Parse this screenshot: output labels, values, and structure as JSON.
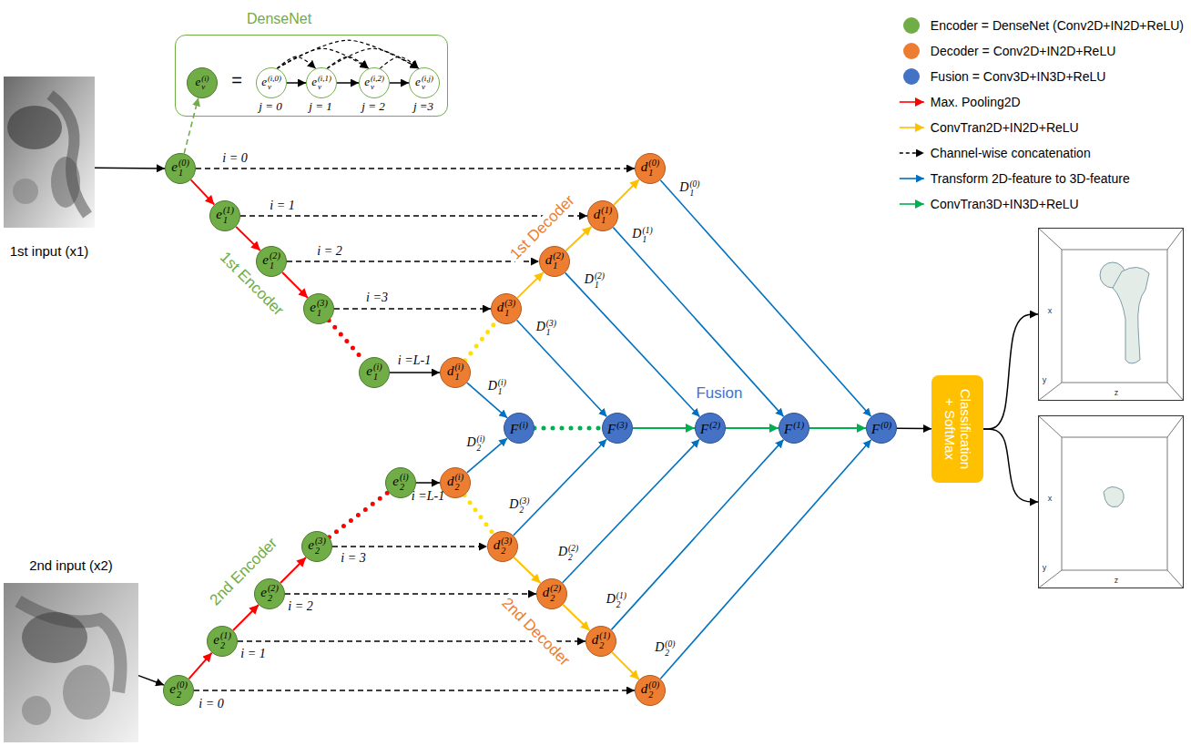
{
  "diagram": {
    "nodes": [
      {
        "text": [
          "DenseNet"
        ]
      },
      {
        "text": [
          "ev(i)"
        ],
        "in": 0
      },
      {
        "text": [
          "ev(i,0)"
        ],
        "in": 0
      },
      {
        "text": [
          "ev(i,1)"
        ],
        "in": 0
      },
      {
        "text": [
          "ev(i,2)"
        ],
        "in": 0
      },
      {
        "text": [
          "ev(i,j)"
        ],
        "in": 0
      },
      {
        "text": [
          "1st input (x1)"
        ]
      },
      {
        "text": [
          "e1(0)"
        ]
      },
      {
        "text": [
          "e1(1)"
        ]
      },
      {
        "text": [
          "e1(2)"
        ]
      },
      {
        "text": [
          "e1(3)"
        ]
      },
      {
        "text": [
          "e1(i)"
        ]
      },
      {
        "text": [
          "d1(i)"
        ]
      },
      {
        "text": [
          "d1(3)"
        ]
      },
      {
        "text": [
          "d1(2)"
        ]
      },
      {
        "text": [
          "d1(1)"
        ]
      },
      {
        "text": [
          "d1(0)"
        ]
      },
      {
        "text": [
          "F(i)"
        ]
      },
      {
        "text": [
          "F(3)"
        ]
      },
      {
        "text": [
          "F(2)"
        ]
      },
      {
        "text": [
          "F(1)"
        ]
      },
      {
        "text": [
          "F(0)"
        ]
      },
      {
        "text": [
          "e2(i)"
        ]
      },
      {
        "text": [
          "d2(i)"
        ]
      },
      {
        "text": [
          "e2(3)"
        ]
      },
      {
        "text": [
          "d2(3)"
        ]
      },
      {
        "text": [
          "e2(2)"
        ]
      },
      {
        "text": [
          "d2(2)"
        ]
      },
      {
        "text": [
          "e2(1)"
        ]
      },
      {
        "text": [
          "d2(1)"
        ]
      },
      {
        "text": [
          "2nd input (x2)"
        ]
      },
      {
        "text": [
          "e2(0)"
        ]
      },
      {
        "text": [
          "d2(0)"
        ]
      },
      {
        "text": [
          "Classification + SoftMax"
        ]
      },
      {
        "text": [
          "x",
          "z",
          "y"
        ]
      },
      {
        "text": [
          "x",
          "z",
          "y"
        ]
      }
    ],
    "edges": [
      {
        "from": 6,
        "to": 7,
        "arrow": "to"
      },
      {
        "from": 7,
        "to": 1,
        "arrow": "to"
      },
      {
        "from": 2,
        "to": 3,
        "arrow": "to"
      },
      {
        "from": 3,
        "to": 4,
        "arrow": "to"
      },
      {
        "from": 4,
        "to": 5,
        "arrow": "to"
      },
      {
        "from": 2,
        "to": 3,
        "arrow": "to"
      },
      {
        "from": 2,
        "to": 4,
        "arrow": "to"
      },
      {
        "from": 2,
        "to": 5,
        "arrow": "to"
      },
      {
        "from": 3,
        "to": 4,
        "arrow": "to"
      },
      {
        "from": 3,
        "to": 5,
        "arrow": "to"
      },
      {
        "from": 4,
        "to": 5,
        "arrow": "to"
      },
      {
        "from": 7,
        "to": 8,
        "arrow": "to"
      },
      {
        "from": 8,
        "to": 9,
        "arrow": "to"
      },
      {
        "from": 9,
        "to": 10,
        "arrow": "to"
      },
      {
        "from": 10,
        "to": 11,
        "arrow": "none"
      },
      {
        "from": 7,
        "to": 16,
        "arrow": "to"
      },
      {
        "from": 8,
        "to": 15,
        "arrow": "to"
      },
      {
        "from": 9,
        "to": 14,
        "arrow": "to"
      },
      {
        "from": 10,
        "to": 13,
        "arrow": "to"
      },
      {
        "from": 11,
        "to": 12,
        "arrow": "to"
      },
      {
        "from": 12,
        "to": 13,
        "arrow": "none"
      },
      {
        "from": 13,
        "to": 14,
        "arrow": "to"
      },
      {
        "from": 14,
        "to": 15,
        "arrow": "to"
      },
      {
        "from": 15,
        "to": 16,
        "arrow": "to"
      },
      {
        "from": 16,
        "to": 21,
        "arrow": "to",
        "label": "D1(0)"
      },
      {
        "from": 15,
        "to": 20,
        "arrow": "to",
        "label": "D1(1)"
      },
      {
        "from": 14,
        "to": 19,
        "arrow": "to",
        "label": "D1(2)"
      },
      {
        "from": 13,
        "to": 18,
        "arrow": "to",
        "label": "D1(3)"
      },
      {
        "from": 12,
        "to": 17,
        "arrow": "to",
        "label": "D1(i)"
      },
      {
        "from": 17,
        "to": 18,
        "arrow": "none"
      },
      {
        "from": 18,
        "to": 19,
        "arrow": "to"
      },
      {
        "from": 19,
        "to": 20,
        "arrow": "to"
      },
      {
        "from": 20,
        "to": 21,
        "arrow": "to"
      },
      {
        "from": 21,
        "to": 33,
        "arrow": "to"
      },
      {
        "from": 33,
        "to": 34,
        "arrow": "to"
      },
      {
        "from": 33,
        "to": 35,
        "arrow": "to"
      },
      {
        "from": 30,
        "to": 31,
        "arrow": "to"
      },
      {
        "from": 31,
        "to": 28,
        "arrow": "to"
      },
      {
        "from": 28,
        "to": 26,
        "arrow": "to"
      },
      {
        "from": 26,
        "to": 24,
        "arrow": "to"
      },
      {
        "from": 24,
        "to": 22,
        "arrow": "none"
      },
      {
        "from": 31,
        "to": 32,
        "arrow": "to"
      },
      {
        "from": 28,
        "to": 29,
        "arrow": "to"
      },
      {
        "from": 26,
        "to": 27,
        "arrow": "to"
      },
      {
        "from": 24,
        "to": 25,
        "arrow": "to"
      },
      {
        "from": 22,
        "to": 23,
        "arrow": "to"
      },
      {
        "from": 23,
        "to": 25,
        "arrow": "none"
      },
      {
        "from": 25,
        "to": 27,
        "arrow": "to"
      },
      {
        "from": 27,
        "to": 29,
        "arrow": "to"
      },
      {
        "from": 29,
        "to": 32,
        "arrow": "to"
      },
      {
        "from": 32,
        "to": 21,
        "arrow": "to",
        "label": "D2(0)"
      },
      {
        "from": 29,
        "to": 20,
        "arrow": "to",
        "label": "D2(1)"
      },
      {
        "from": 27,
        "to": 19,
        "arrow": "to",
        "label": "D2(2)"
      },
      {
        "from": 25,
        "to": 18,
        "arrow": "to",
        "label": "D2(3)"
      },
      {
        "from": 23,
        "to": 17,
        "arrow": "to",
        "label": "D2(i)"
      }
    ],
    "labels": [
      "=",
      "j = 0",
      "j = 1",
      "j = 2",
      "j =3",
      "i = 0",
      "i = 1",
      "i = 2",
      "i =3",
      "i =L-1",
      "1st Encoder",
      "1st Decoder",
      "Fusion",
      "i =L-1",
      "2nd Encoder",
      "i = 3",
      "i = 2",
      "i = 1",
      "i = 0",
      "2nd Decoder"
    ],
    "legend": [
      {
        "text": "Encoder = DenseNet (Conv2D+IN2D+ReLU)",
        "color": "#70ad47"
      },
      {
        "text": "Decoder = Conv2D+IN2D+ReLU",
        "color": "#ed7d31"
      },
      {
        "text": "Fusion = Conv3D+IN3D+ReLU",
        "color": "#4472c4"
      },
      {
        "text": "Max. Pooling2D"
      },
      {
        "text": "ConvTran2D+IN2D+ReLU"
      },
      {
        "text": "Channel-wise concatenation"
      },
      {
        "text": "Transform 2D-feature to 3D-feature"
      },
      {
        "text": "ConvTran3D+IN3D+ReLU"
      }
    ]
  }
}
